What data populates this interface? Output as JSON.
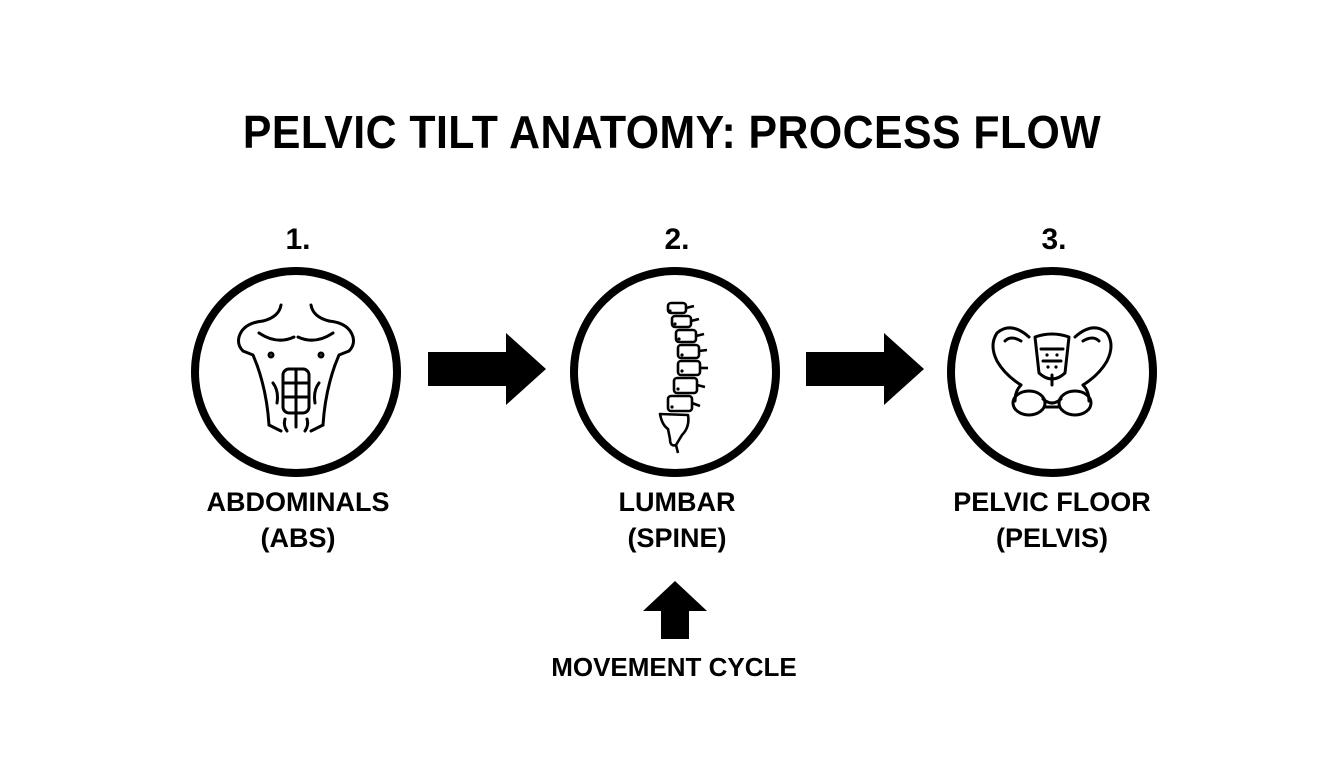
{
  "title": "PELVIC TILT ANATOMY: PROCESS FLOW",
  "steps": [
    {
      "number": "1.",
      "label_line1": "ABDOMINALS",
      "label_line2": "(ABS)",
      "icon": "torso-abs-icon"
    },
    {
      "number": "2.",
      "label_line1": "LUMBAR",
      "label_line2": "(SPINE)",
      "icon": "spine-icon"
    },
    {
      "number": "3.",
      "label_line1": "PELVIC FLOOR",
      "label_line2": "(PELVIS)",
      "icon": "pelvis-icon"
    }
  ],
  "cycle_label": "MOVEMENT CYCLE",
  "colors": {
    "ink": "#000000",
    "background": "#ffffff"
  }
}
